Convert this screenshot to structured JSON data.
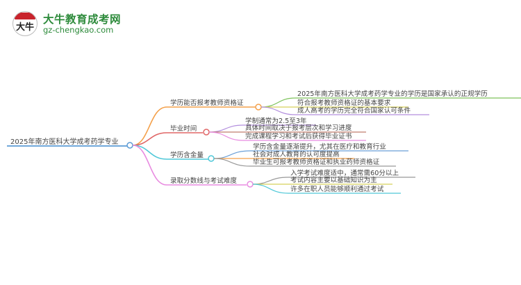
{
  "logo": {
    "title": "大牛教育成考网",
    "url": "gz-chengkao.com",
    "badge_glyph": "大牛"
  },
  "mindmap": {
    "root": {
      "label": "2025年南方医科大学成考药学专业",
      "color": "#5b9bd5"
    },
    "branches": [
      {
        "label": "学历能否报考教师资格证",
        "color": "#f4a04a",
        "leaves": [
          {
            "label": "2025年南方医科大学成考药学专业的学历是国家承认的正规学历",
            "color": "#7dc25b"
          },
          {
            "label": "符合报考教师资格证的基本要求",
            "color": "#d8d05a"
          },
          {
            "label": "成人高考的学历完全符合国家认可条件",
            "color": "#b38fde"
          }
        ]
      },
      {
        "label": "毕业时间",
        "color": "#e06666",
        "leaves": [
          {
            "label": "学制通常为2.5至3年",
            "color": "#b38fde"
          },
          {
            "label": "具体时间取决于报考层次和学习进度",
            "color": "#c07c6c"
          },
          {
            "label": "完成课程学习和考试后获得毕业证书",
            "color": "#e88be0"
          }
        ]
      },
      {
        "label": "学历含金量",
        "color": "#4fc8d8",
        "leaves": [
          {
            "label": "学历含金量逐渐提升，尤其在医疗和教育行业",
            "color": "#6a9fd8"
          },
          {
            "label": "社会对成人教育的认可度提高",
            "color": "#f4a04a"
          },
          {
            "label": "毕业生可报考教师资格证和执业药师资格证",
            "color": "#999999"
          }
        ]
      },
      {
        "label": "录取分数线与考试难度",
        "color": "#e88be0",
        "leaves": [
          {
            "label": "入学考试难度适中，通常需60分以上",
            "color": "#999999"
          },
          {
            "label": "考试内容主要以基础知识为主",
            "color": "#d8d05a"
          },
          {
            "label": "许多在职人员能够顺利通过考试",
            "color": "#4fc8d8"
          }
        ]
      }
    ]
  }
}
